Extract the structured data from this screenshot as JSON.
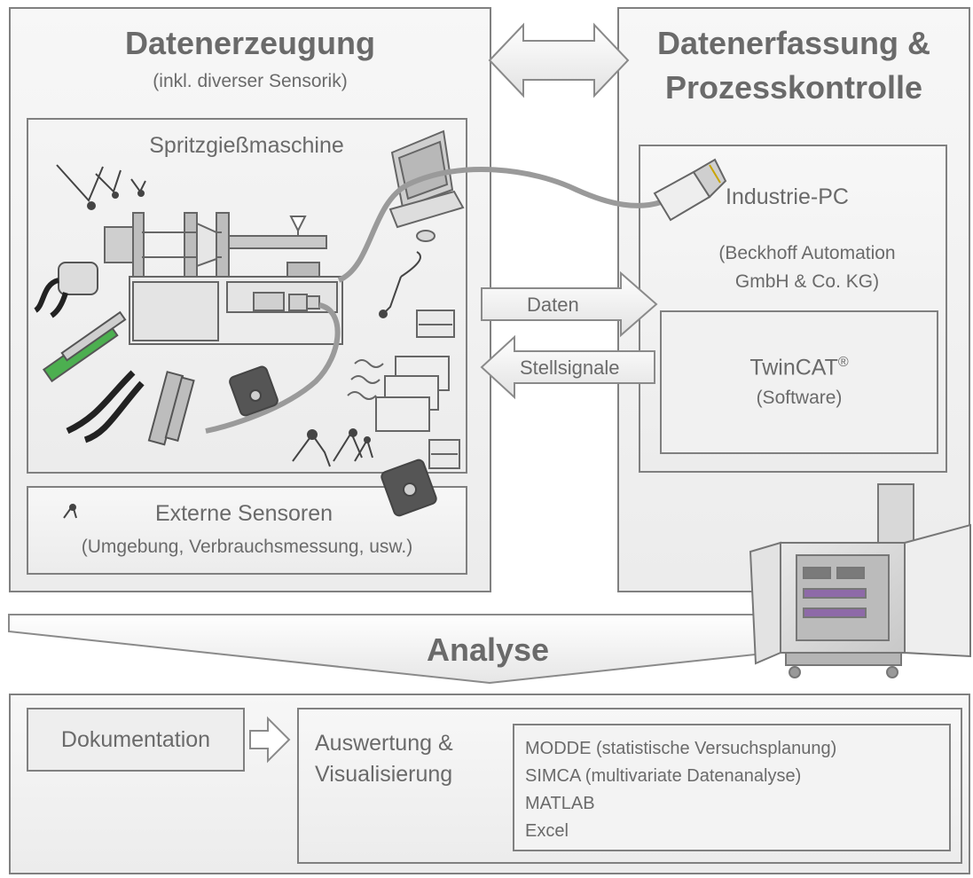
{
  "left_panel": {
    "title": "Datenerzeugung",
    "subtitle": "(inkl. diverser Sensorik)",
    "machine_label": "Spritzgießmaschine",
    "external": {
      "title": "Externe Sensoren",
      "subtitle": "(Umgebung, Verbrauchsmessung, usw.)"
    }
  },
  "right_panel": {
    "title_line1": "Datenerfassung &",
    "title_line2": "Prozesskontrolle",
    "pc_label": "Industrie-PC",
    "vendor_line1": "(Beckhoff Automation",
    "vendor_line2": "GmbH & Co. KG)",
    "software_name": "TwinCAT",
    "software_sup": "®",
    "software_sub": "(Software)"
  },
  "arrows": {
    "data_label": "Daten",
    "control_label": "Stellsignale"
  },
  "analysis_label": "Analyse",
  "bottom": {
    "documentation": "Dokumentation",
    "evaluation_line1": "Auswertung &",
    "evaluation_line2": "Visualisierung",
    "tools": [
      "MODDE (statistische Versuchsplanung)",
      "SIMCA (multivariate Datenanalyse)",
      "MATLAB",
      "Excel"
    ]
  }
}
